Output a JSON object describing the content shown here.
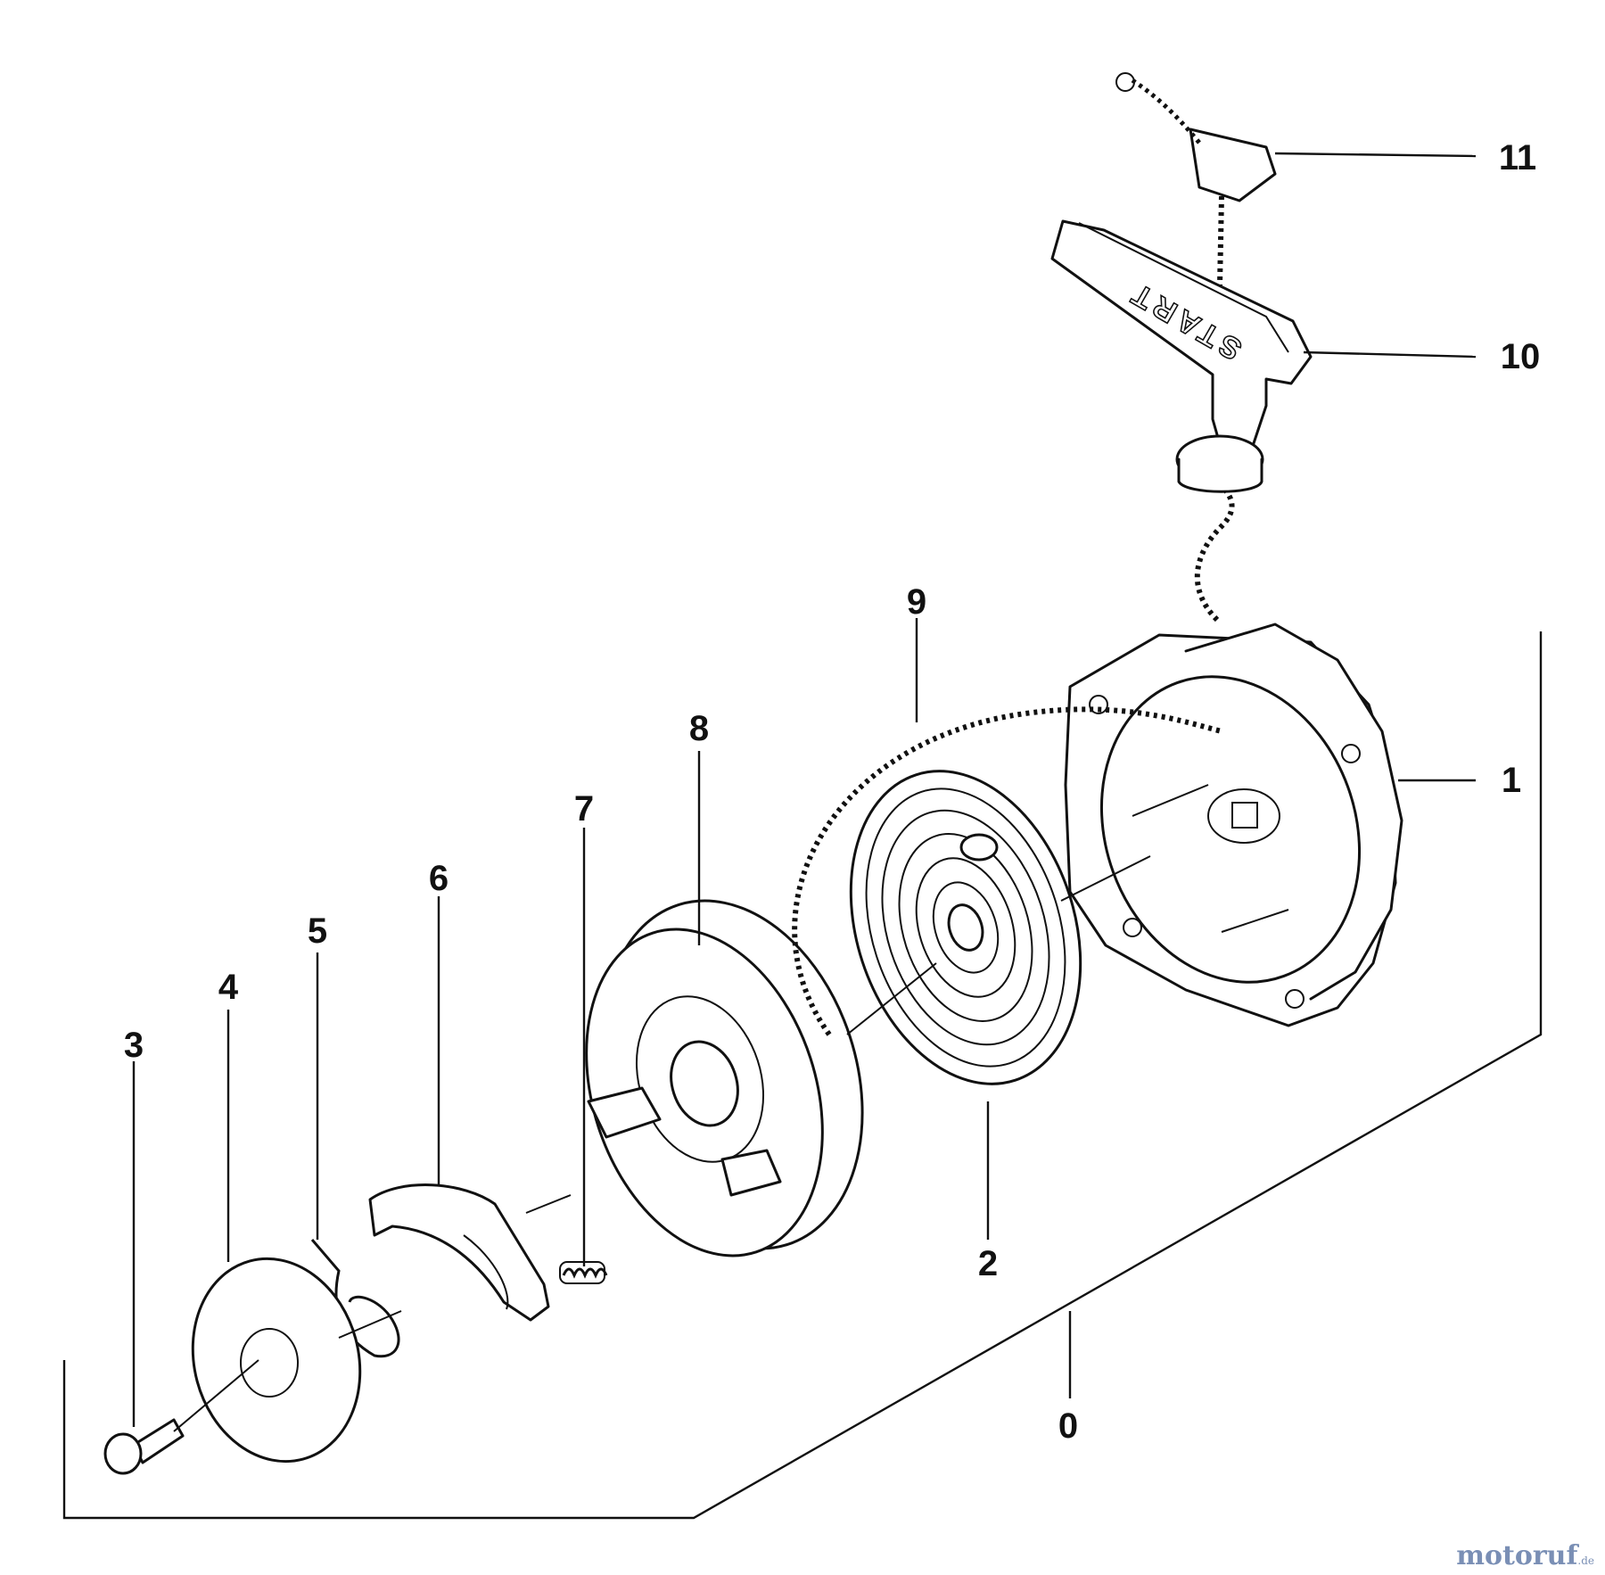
{
  "diagram": {
    "callouts": [
      {
        "id": "0",
        "label": "0"
      },
      {
        "id": "1",
        "label": "1"
      },
      {
        "id": "2",
        "label": "2"
      },
      {
        "id": "3",
        "label": "3"
      },
      {
        "id": "4",
        "label": "4"
      },
      {
        "id": "5",
        "label": "5"
      },
      {
        "id": "6",
        "label": "6"
      },
      {
        "id": "7",
        "label": "7"
      },
      {
        "id": "8",
        "label": "8"
      },
      {
        "id": "9",
        "label": "9"
      },
      {
        "id": "10",
        "label": "10"
      },
      {
        "id": "11",
        "label": "11"
      }
    ],
    "handle_text": "START"
  },
  "watermark": {
    "brand": "motoruf",
    "suffix": ".de"
  }
}
